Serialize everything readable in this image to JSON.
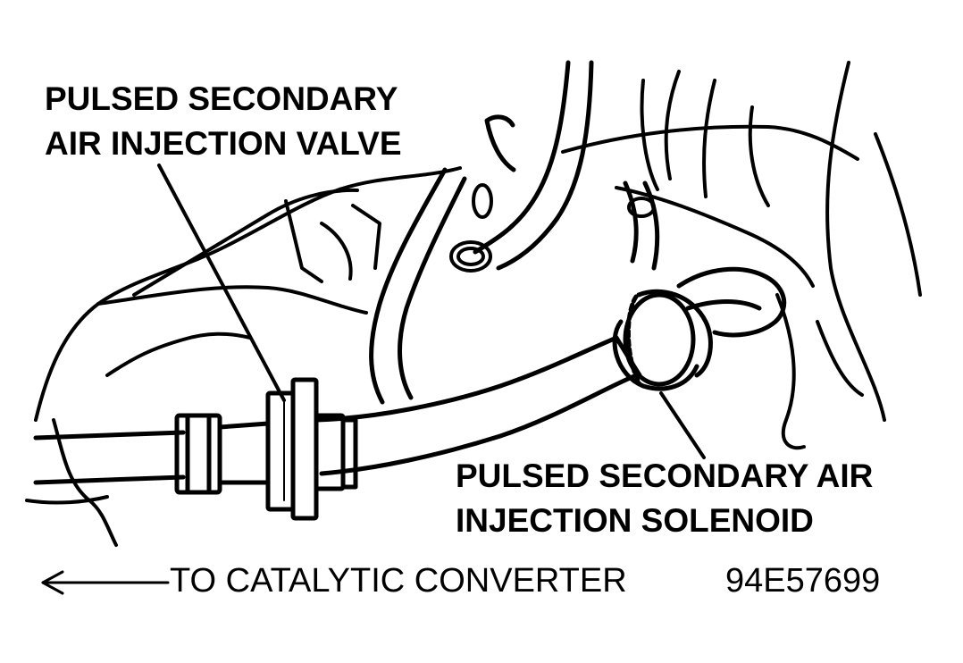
{
  "labels": {
    "valve": [
      "PULSED SECONDARY",
      "AIR INJECTION VALVE"
    ],
    "solenoid": [
      "PULSED SECONDARY AIR",
      "INJECTION SOLENOID"
    ],
    "catalytic": "TO CATALYTIC CONVERTER",
    "figure_id": "94E57699"
  },
  "colors": {
    "ink": "#000000",
    "paper": "#ffffff"
  }
}
